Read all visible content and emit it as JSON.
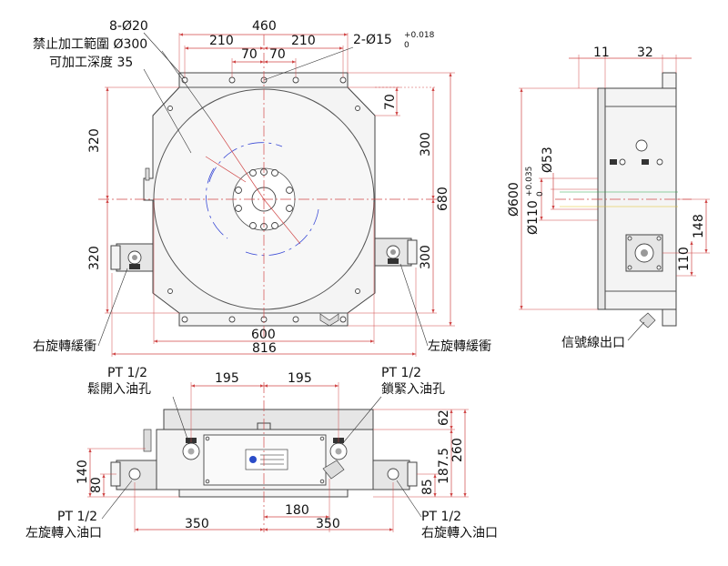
{
  "top_view": {
    "dims": {
      "d460": "460",
      "d210_left": "210",
      "d210_right": "210",
      "d70_left": "70",
      "d70_right": "70",
      "d70_side": "70",
      "d320_top": "320",
      "d320_bottom": "320",
      "d300_top": "300",
      "d300_bottom": "300",
      "d680": "680",
      "d600": "600",
      "d816": "816"
    },
    "notes": {
      "bolt_holes": "8-Ø20",
      "no_machining_zone": "禁止加工範圍 Ø300",
      "machinable_depth": "可加工深度 35",
      "pin_holes": "2-Ø15",
      "pin_tol_upper": "+0.018",
      "pin_tol_lower": "0",
      "right_buffer": "右旋轉緩衝",
      "left_buffer": "左旋轉緩衝"
    }
  },
  "side_view": {
    "dims": {
      "d11": "11",
      "d32": "32",
      "d600_dia": "Ø600",
      "d110_dia": "Ø110",
      "d110_tol_upper": "+0.035",
      "d110_tol_lower": "0",
      "d53_dia": "Ø53",
      "d148": "148",
      "d110": "110"
    },
    "notes": {
      "signal_outlet": "信號線出口"
    }
  },
  "front_view": {
    "dims": {
      "d195_left": "195",
      "d195_right": "195",
      "d62": "62",
      "d187_5": "187.5",
      "d260": "260",
      "d140": "140",
      "d80": "80",
      "d85": "85",
      "d180": "180",
      "d350_left": "350",
      "d350_right": "350"
    },
    "notes": {
      "release_port_size": "PT 1/2",
      "release_port": "鬆開入油孔",
      "clamp_port_size": "PT 1/2",
      "clamp_port": "鎖緊入油孔",
      "left_port_size": "PT 1/2",
      "left_port": "左旋轉入油口",
      "right_port_size": "PT 1/2",
      "right_port": "右旋轉入油口"
    }
  },
  "colors": {
    "dimension_lines": "#d04848",
    "blue_arcs": "#3b4bd6",
    "outline": "#444444"
  }
}
